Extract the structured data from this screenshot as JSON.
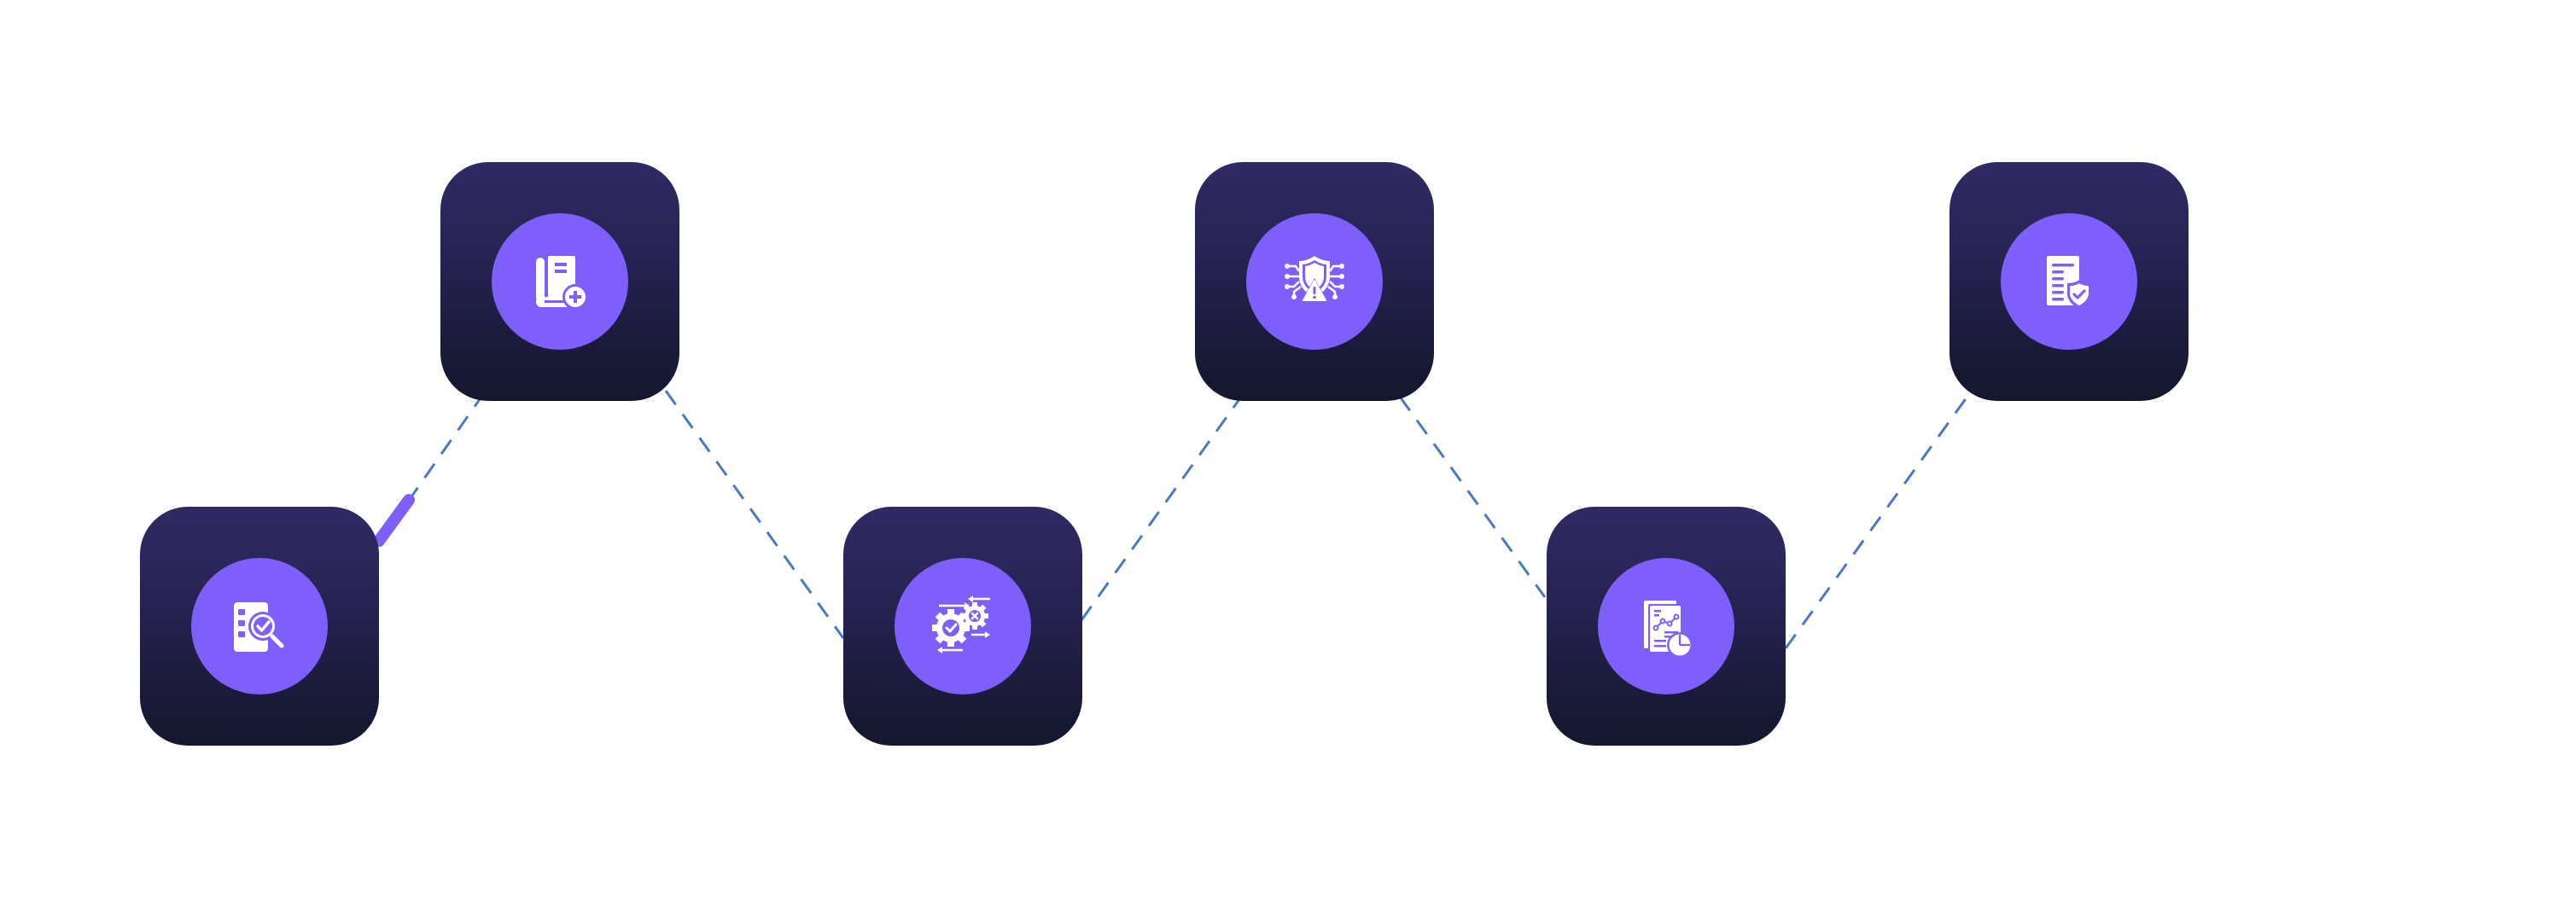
{
  "diagram": {
    "type": "zigzag-process-flow",
    "colors": {
      "box_gradient_top": "#302a63",
      "box_gradient_bottom": "#14172d",
      "icon_circle": "#7f5ffb",
      "icon_glyph": "#ffffff",
      "connector_dashed": "#4a78c2",
      "connector_active": "#7f5ffb"
    },
    "steps": [
      {
        "id": 1,
        "row": "bottom",
        "icon": "checklist-search-icon"
      },
      {
        "id": 2,
        "row": "top",
        "icon": "book-add-icon"
      },
      {
        "id": 3,
        "row": "bottom",
        "icon": "gears-process-icon"
      },
      {
        "id": 4,
        "row": "top",
        "icon": "shield-alert-network-icon"
      },
      {
        "id": 5,
        "row": "bottom",
        "icon": "report-chart-icon"
      },
      {
        "id": 6,
        "row": "top",
        "icon": "document-shield-icon"
      }
    ],
    "connectors": [
      {
        "from": 1,
        "to": 2,
        "style": "dashed",
        "progress_highlight": 0.3
      },
      {
        "from": 2,
        "to": 3,
        "style": "dashed"
      },
      {
        "from": 3,
        "to": 4,
        "style": "dashed"
      },
      {
        "from": 4,
        "to": 5,
        "style": "dashed"
      },
      {
        "from": 5,
        "to": 6,
        "style": "dashed"
      }
    ]
  }
}
